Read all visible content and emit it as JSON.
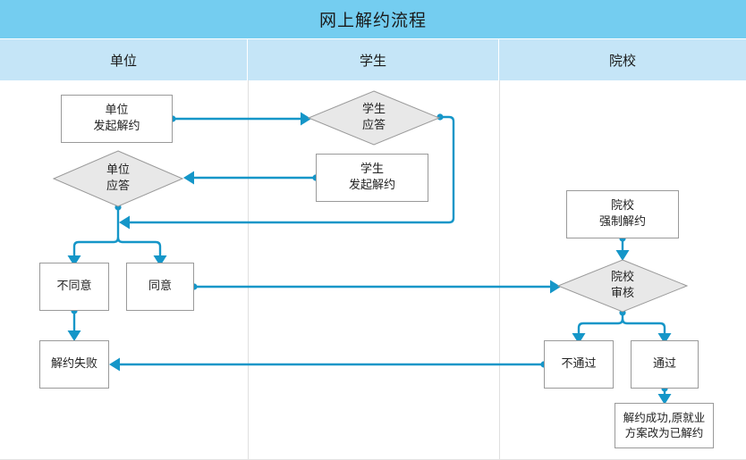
{
  "title": "网上解约流程",
  "colors": {
    "title_bar": "#74cdf0",
    "lane_header": "#c5e5f7",
    "connector": "#1596c8",
    "node_border": "#9a9a9a",
    "diamond_fill": "#e8e8e8"
  },
  "lanes": [
    {
      "id": "lane-employer",
      "label": "单位"
    },
    {
      "id": "lane-student",
      "label": "学生"
    },
    {
      "id": "lane-school",
      "label": "院校"
    }
  ],
  "nodes": [
    {
      "id": "employer-initiate",
      "shape": "rect",
      "lane": "单位",
      "label": "单位\n发起解约",
      "line1": "单位",
      "line2": "发起解约"
    },
    {
      "id": "employer-respond",
      "shape": "diamond",
      "lane": "单位",
      "label": "单位\n应答",
      "line1": "单位",
      "line2": "应答"
    },
    {
      "id": "employer-disagree",
      "shape": "rect",
      "lane": "单位",
      "label": "不同意",
      "line1": "不同意",
      "line2": ""
    },
    {
      "id": "employer-agree",
      "shape": "rect",
      "lane": "单位",
      "label": "同意",
      "line1": "同意",
      "line2": ""
    },
    {
      "id": "terminate-failed",
      "shape": "rect",
      "lane": "单位",
      "label": "解约失败",
      "line1": "解约失败",
      "line2": ""
    },
    {
      "id": "student-respond",
      "shape": "diamond",
      "lane": "学生",
      "label": "学生\n应答",
      "line1": "学生",
      "line2": "应答"
    },
    {
      "id": "student-initiate",
      "shape": "rect",
      "lane": "学生",
      "label": "学生\n发起解约",
      "line1": "学生",
      "line2": "发起解约"
    },
    {
      "id": "school-force",
      "shape": "rect",
      "lane": "院校",
      "label": "院校\n强制解约",
      "line1": "院校",
      "line2": "强制解约"
    },
    {
      "id": "school-review",
      "shape": "diamond",
      "lane": "院校",
      "label": "院校\n审核",
      "line1": "院校",
      "line2": "审核"
    },
    {
      "id": "review-rejected",
      "shape": "rect",
      "lane": "院校",
      "label": "不通过",
      "line1": "不通过",
      "line2": ""
    },
    {
      "id": "review-passed",
      "shape": "rect",
      "lane": "院校",
      "label": "通过",
      "line1": "通过",
      "line2": ""
    },
    {
      "id": "terminate-success",
      "shape": "rect",
      "lane": "院校",
      "label": "解约成功,原就业\n方案改为已解约",
      "line1": "解约成功,原就业",
      "line2": "方案改为已解约"
    }
  ],
  "edges": [
    {
      "from": "employer-initiate",
      "to": "student-respond"
    },
    {
      "from": "student-respond",
      "to": "employer-respond"
    },
    {
      "from": "student-initiate",
      "to": "employer-respond"
    },
    {
      "from": "employer-respond",
      "to": "employer-disagree"
    },
    {
      "from": "employer-respond",
      "to": "employer-agree"
    },
    {
      "from": "employer-disagree",
      "to": "terminate-failed"
    },
    {
      "from": "employer-agree",
      "to": "school-review"
    },
    {
      "from": "school-force",
      "to": "school-review"
    },
    {
      "from": "school-review",
      "to": "review-rejected"
    },
    {
      "from": "school-review",
      "to": "review-passed"
    },
    {
      "from": "review-rejected",
      "to": "terminate-failed"
    },
    {
      "from": "review-passed",
      "to": "terminate-success"
    }
  ]
}
